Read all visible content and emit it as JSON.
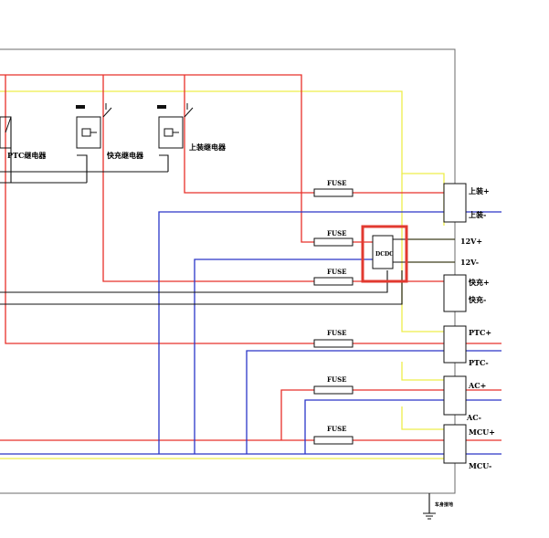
{
  "colors": {
    "background": "#ffffff",
    "frame": "#6b6b6b",
    "black": "#111111",
    "red": "#e8302a",
    "blue": "#2a35c8",
    "yellow": "#eded4a",
    "highlight": "#e23a30"
  },
  "relays": [
    {
      "coil_tag": "",
      "label": "PTC继电器"
    },
    {
      "coil_tag": "",
      "label": "快充继电器"
    },
    {
      "coil_tag": "",
      "label": "上装继电器"
    }
  ],
  "fuses": [
    {
      "label": "FUSE"
    },
    {
      "label": "FUSE"
    },
    {
      "label": "FUSE"
    },
    {
      "label": "FUSE"
    },
    {
      "label": "FUSE"
    },
    {
      "label": "FUSE"
    }
  ],
  "dcdc": {
    "label": "DCDC"
  },
  "terminals": {
    "shangzhuang_pos": "上装+",
    "shangzhuang_neg": "上装-",
    "v12_pos": "12V+",
    "v12_neg": "12V-",
    "kuaichong_pos": "快充+",
    "kuaichong_neg": "快充-",
    "ptc_pos": "PTC+",
    "ptc_neg": "PTC-",
    "ac_pos": "AC+",
    "ac_neg": "AC-",
    "mcu_pos": "MCU+",
    "mcu_neg": "MCU-"
  },
  "ground": {
    "label": "车身接地"
  }
}
